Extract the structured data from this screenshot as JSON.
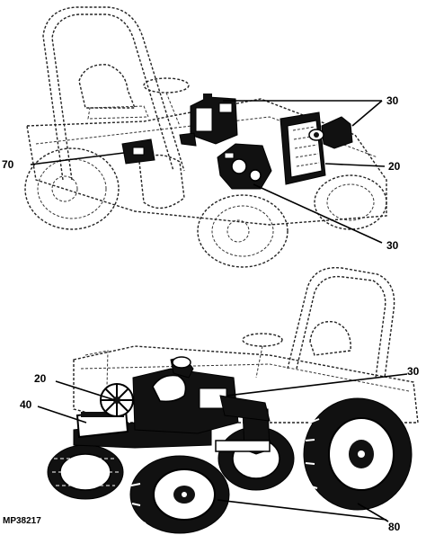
{
  "figure_id": "MP38217",
  "top_view": {
    "callouts": {
      "c30_upper": "30",
      "c70": "70",
      "c20": "20",
      "c30_lower": "30"
    }
  },
  "bottom_view": {
    "callouts": {
      "c20": "20",
      "c40": "40",
      "c30": "30",
      "c80": "80"
    }
  }
}
